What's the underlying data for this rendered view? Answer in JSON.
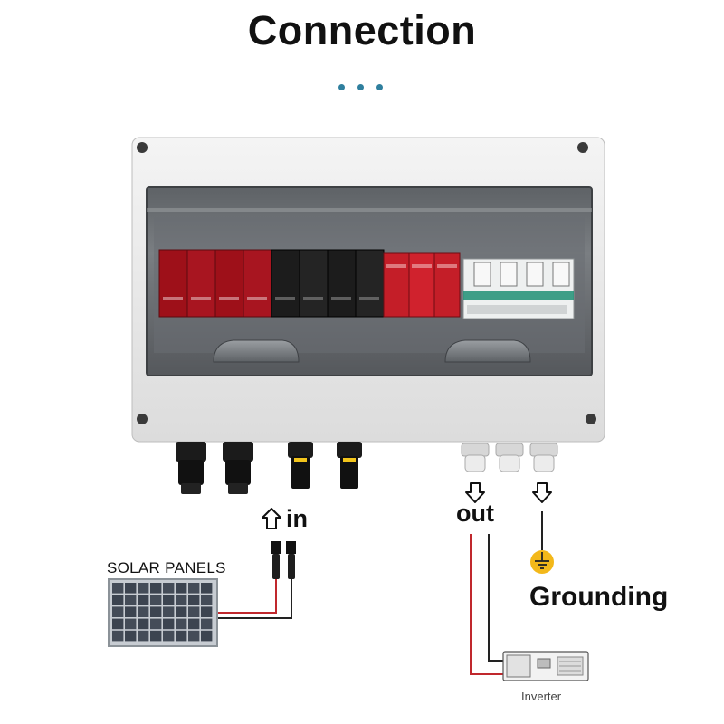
{
  "header": {
    "title": "Connection"
  },
  "labels": {
    "in": "in",
    "out": "out",
    "grounding": "Grounding",
    "solar_panels": "SOLAR PANELS",
    "inverter": "Inverter"
  },
  "icons": [
    "up-arrow-icon",
    "down-arrow-icon",
    "ground-icon"
  ],
  "colors": {
    "accent_dots": "#2f7f9e",
    "positive_wire": "#c0282d",
    "negative_wire": "#222222",
    "surge_red": "#b3121c",
    "surge_black": "#1c1c1c",
    "ground_symbol": "#f3b81a"
  }
}
